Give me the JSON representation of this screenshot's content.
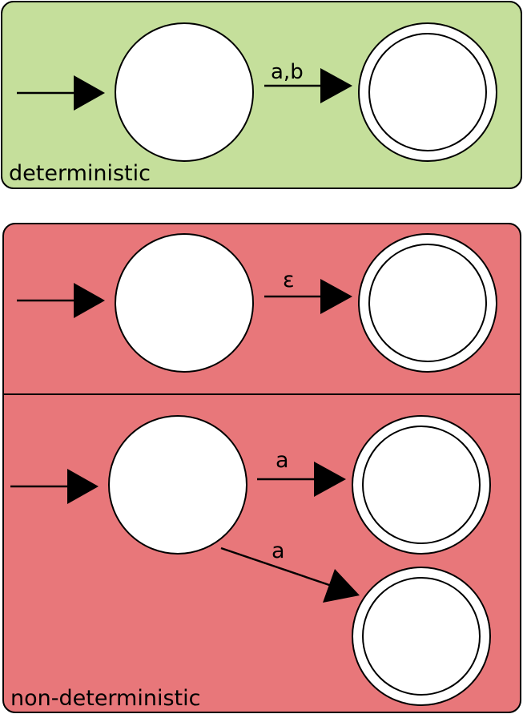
{
  "colors": {
    "deterministic_fill": "#c5df9b",
    "nondeterministic_fill": "#e8777a",
    "stroke": "#000000",
    "state_fill": "#ffffff"
  },
  "panels": {
    "deterministic": {
      "caption": "deterministic",
      "transition_label": "a,b"
    },
    "nondeterministic": {
      "caption": "non-deterministic",
      "epsilon_label": "ε",
      "branch_label_1": "a",
      "branch_label_2": "a"
    }
  }
}
